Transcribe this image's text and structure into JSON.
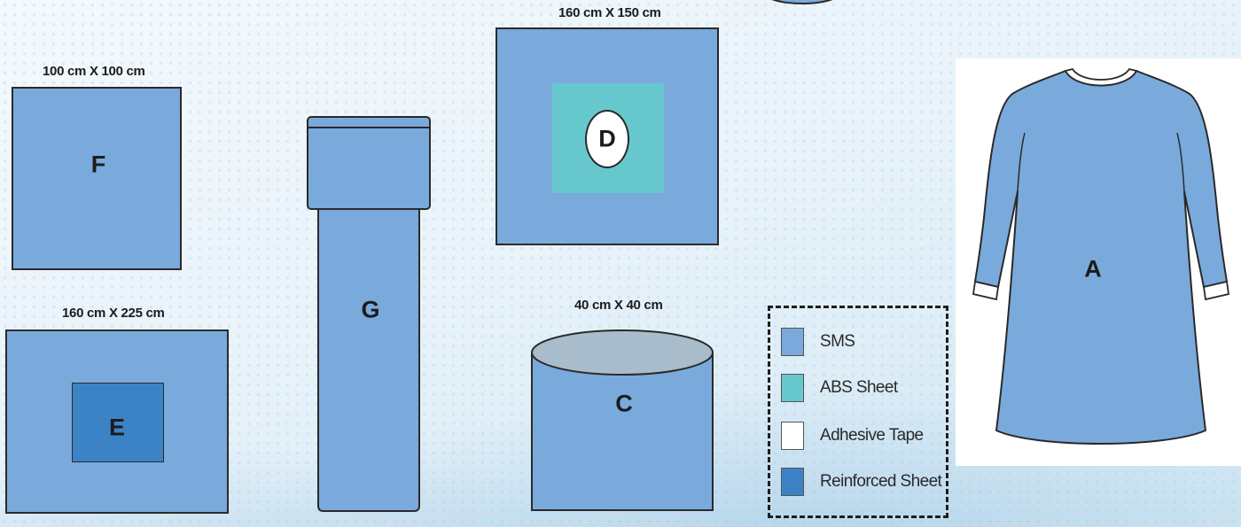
{
  "items": {
    "F": {
      "letter": "F",
      "dimensions": "100 cm X 100 cm"
    },
    "E": {
      "letter": "E",
      "dimensions": "160 cm X 225 cm"
    },
    "G": {
      "letter": "G"
    },
    "D": {
      "letter": "D",
      "dimensions": "160 cm X 150 cm"
    },
    "C": {
      "letter": "C",
      "dimensions": "40 cm X 40 cm"
    },
    "A": {
      "letter": "A"
    }
  },
  "legend": [
    {
      "label": "SMS",
      "color": "#7aaadc"
    },
    {
      "label": "ABS Sheet",
      "color": "#66c8cc"
    },
    {
      "label": "Adhesive Tape",
      "color": "#ffffff"
    },
    {
      "label": "Reinforced Sheet",
      "color": "#3c83c6"
    }
  ],
  "colors": {
    "sms": "#7aaadc",
    "abs_sheet": "#66c8cc",
    "adhesive_tape": "#ffffff",
    "reinforced_sheet": "#3c83c6",
    "cover_top": "#a9bccb"
  }
}
